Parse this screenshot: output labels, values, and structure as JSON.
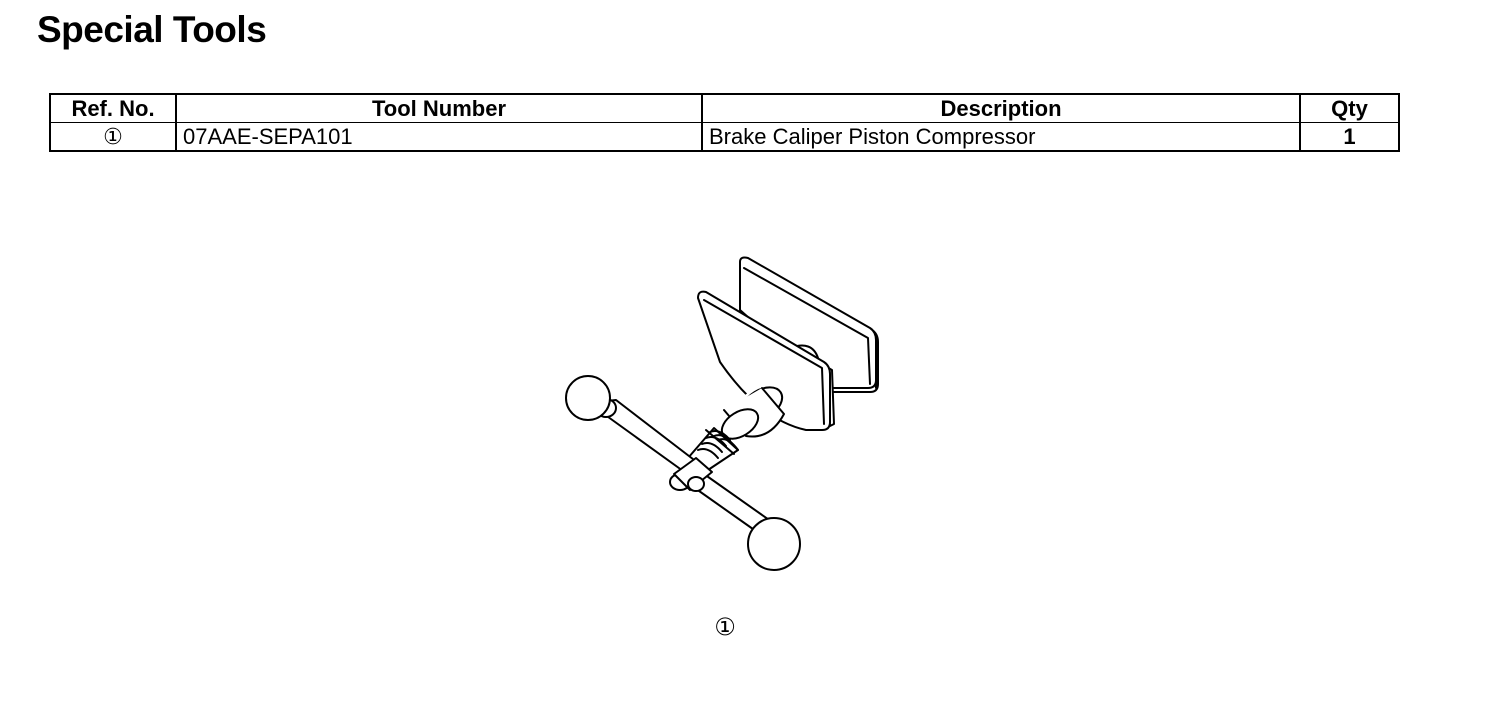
{
  "page": {
    "title": "Special Tools"
  },
  "table": {
    "headers": {
      "ref_no": "Ref. No.",
      "tool_number": "Tool Number",
      "description": "Description",
      "qty": "Qty"
    },
    "rows": [
      {
        "ref_no": "①",
        "tool_number": "07AAE-SEPA101",
        "description": "Brake Caliper Piston Compressor",
        "qty": "1"
      }
    ]
  },
  "figure": {
    "ref_label": "①",
    "icon": "brake-caliper-piston-compressor-illustration"
  }
}
